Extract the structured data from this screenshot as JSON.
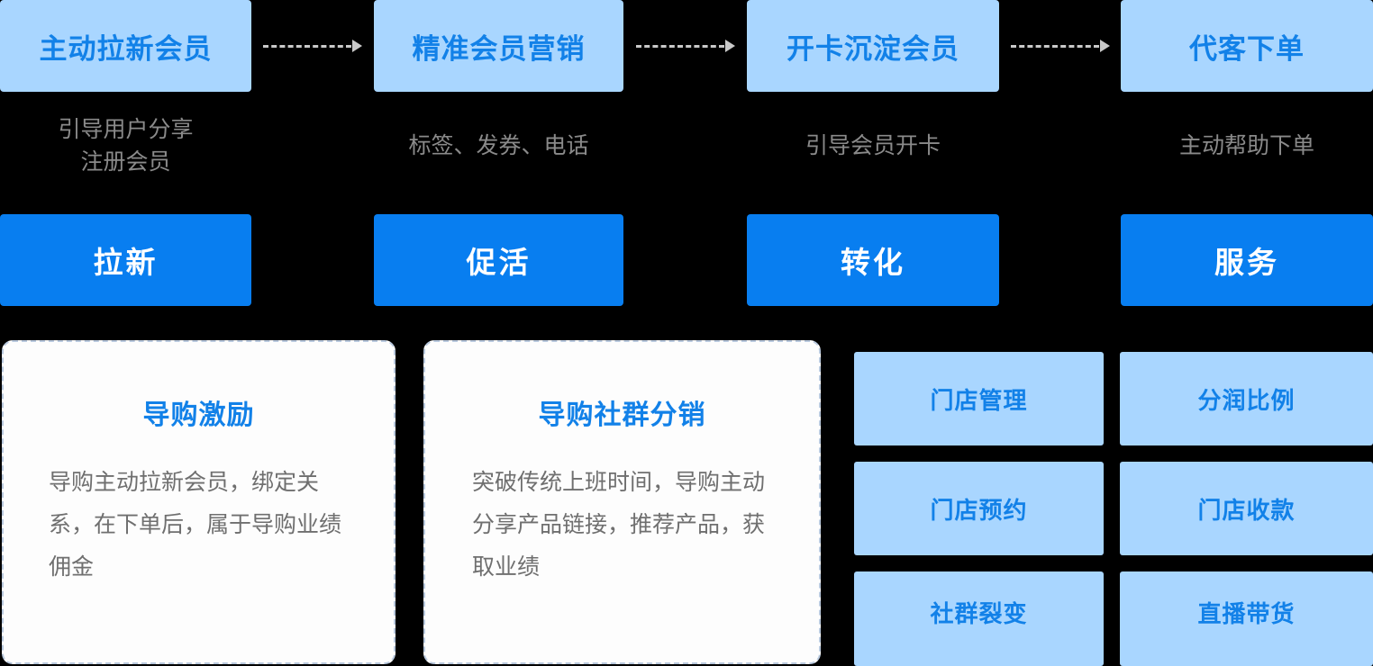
{
  "journey": {
    "steps": [
      {
        "title": "主动拉新会员",
        "caption": "引导用户分享\n注册会员"
      },
      {
        "title": "精准会员营销",
        "caption": "标签、发券、电话"
      },
      {
        "title": "开卡沉淀会员",
        "caption": "引导会员开卡"
      },
      {
        "title": "代客下单",
        "caption": "主动帮助下单"
      }
    ],
    "arrow_icon": "dashed-arrow-right-icon"
  },
  "funnel": {
    "stages": [
      {
        "label": "拉新"
      },
      {
        "label": "促活"
      },
      {
        "label": "转化"
      },
      {
        "label": "服务"
      }
    ]
  },
  "feature_cards": [
    {
      "title": "导购激励",
      "body": "导购主动拉新会员，绑定关系，在下单后，属于导购业绩佣金"
    },
    {
      "title": "导购社群分销",
      "body": "突破传统上班时间，导购主动分享产品链接，推荐产品，获取业绩"
    }
  ],
  "tiles": [
    {
      "label": "门店管理"
    },
    {
      "label": "分润比例"
    },
    {
      "label": "门店预约"
    },
    {
      "label": "门店收款"
    },
    {
      "label": "社群裂变"
    },
    {
      "label": "直播带货"
    }
  ],
  "colors": {
    "background": "#000000",
    "light_blue": "#a9d6ff",
    "brand_blue": "#1281e8",
    "solid_blue": "#087ef0",
    "caption_gray": "#8a8a8a",
    "body_gray": "#6f6f6f",
    "card_bg": "#fdfdfd",
    "card_border": "#b9c9de",
    "arrow_gray": "#c9c9c9"
  }
}
